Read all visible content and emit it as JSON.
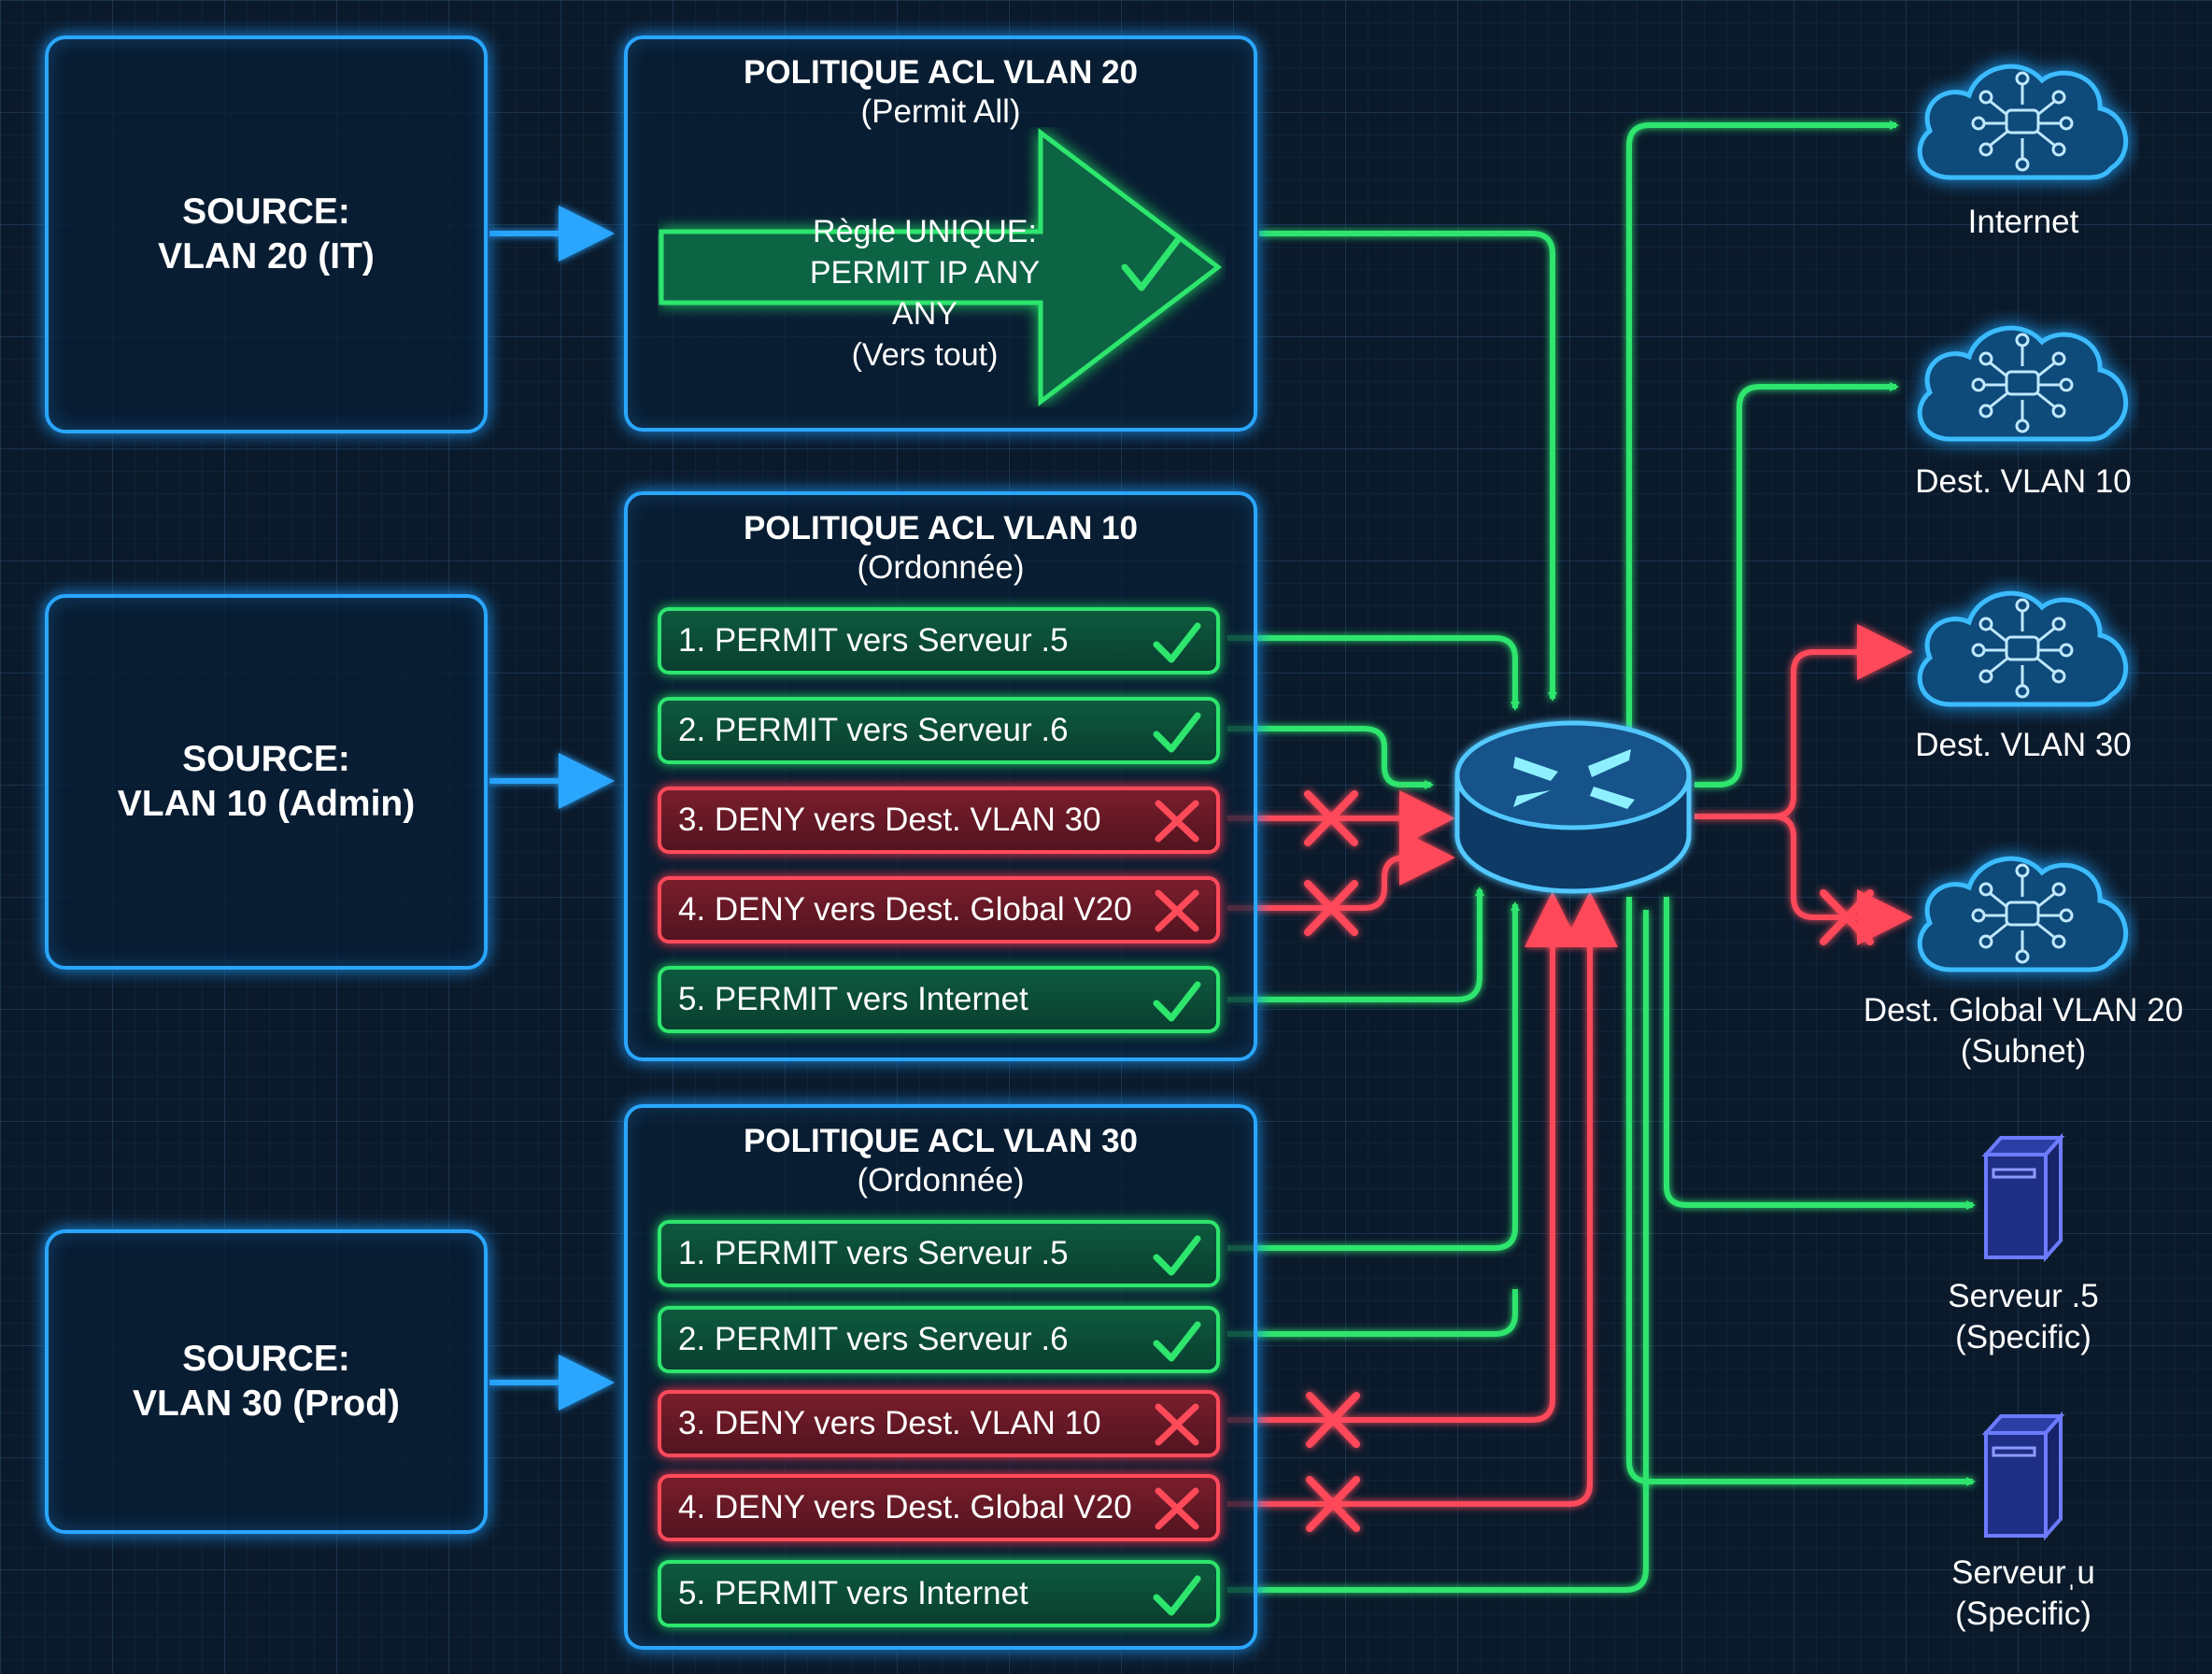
{
  "sources": [
    {
      "label": "SOURCE:",
      "name": "VLAN 20 (IT)"
    },
    {
      "label": "SOURCE:",
      "name": "VLAN 10 (Admin)"
    },
    {
      "label": "SOURCE:",
      "name": "VLAN 30 (Prod)"
    }
  ],
  "acl_vlan20": {
    "title": "POLITIQUE ACL VLAN 20",
    "subtitle": "(Permit All)",
    "rule": [
      "Règle UNIQUE:",
      "PERMIT IP ANY ANY",
      "(Vers tout)"
    ]
  },
  "acl_vlan10": {
    "title": "POLITIQUE ACL VLAN 10",
    "subtitle": "(Ordonnée)",
    "rules": [
      {
        "text": "1. PERMIT vers Serveur .5",
        "action": "permit"
      },
      {
        "text": "2. PERMIT vers Serveur .6",
        "action": "permit"
      },
      {
        "text": "3. DENY vers Dest. VLAN 30",
        "action": "deny"
      },
      {
        "text": "4. DENY vers Dest. Global V20",
        "action": "deny"
      },
      {
        "text": "5. PERMIT vers Internet",
        "action": "permit"
      }
    ]
  },
  "acl_vlan30": {
    "title": "POLITIQUE ACL VLAN 30",
    "subtitle": "(Ordonnée)",
    "rules": [
      {
        "text": "1. PERMIT vers Serveur .5",
        "action": "permit"
      },
      {
        "text": "2. PERMIT vers Serveur .6",
        "action": "permit"
      },
      {
        "text": "3. DENY vers Dest. VLAN 10",
        "action": "deny"
      },
      {
        "text": "4. DENY vers Dest. Global V20",
        "action": "deny"
      },
      {
        "text": "5. PERMIT vers Internet",
        "action": "permit"
      }
    ]
  },
  "destinations": {
    "internet": "Internet",
    "vlan10": "Dest. VLAN 10",
    "vlan30": "Dest. VLAN 30",
    "global_v20": [
      "Dest. Global VLAN 20",
      "(Subnet)"
    ],
    "server5": [
      "Serveur .5",
      "(Specific)"
    ],
    "server6": [
      "Serveurˌu",
      "(Specific)"
    ]
  },
  "colors": {
    "permit": "#2ee56e",
    "deny": "#ff4a5a",
    "border": "#2aa6ff",
    "background": "#0b1a2b"
  },
  "icons": {
    "permit": "checkmark-icon",
    "deny": "cross-icon",
    "router": "router-icon",
    "network": "cloud-network-icon",
    "server": "server-icon"
  }
}
